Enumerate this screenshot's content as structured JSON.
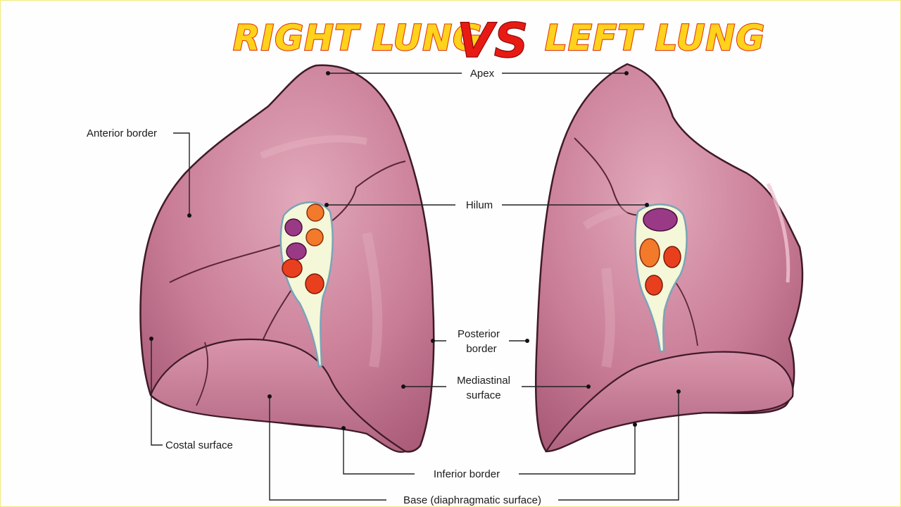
{
  "title": {
    "left": "RIGHT LUNG",
    "vs": "VS",
    "right": "LEFT LUNG"
  },
  "labels": {
    "apex": "Apex",
    "anterior_border": "Anterior border",
    "hilum": "Hilum",
    "posterior_border_1": "Posterior",
    "posterior_border_2": "border",
    "mediastinal_surface_1": "Mediastinal",
    "mediastinal_surface_2": "surface",
    "costal_surface": "Costal surface",
    "inferior_border": "Inferior border",
    "base": "Base (diaphragmatic surface)"
  },
  "colors": {
    "lung_fill": "#c97d96",
    "lung_light": "#dda3b6",
    "lung_dark": "#8e4a63",
    "outline": "#3f1a28",
    "artery": "#e8401e",
    "vein": "#9a3a86",
    "bronchus": "#f27a2a",
    "hilum_bg": "#f4f7d8"
  }
}
